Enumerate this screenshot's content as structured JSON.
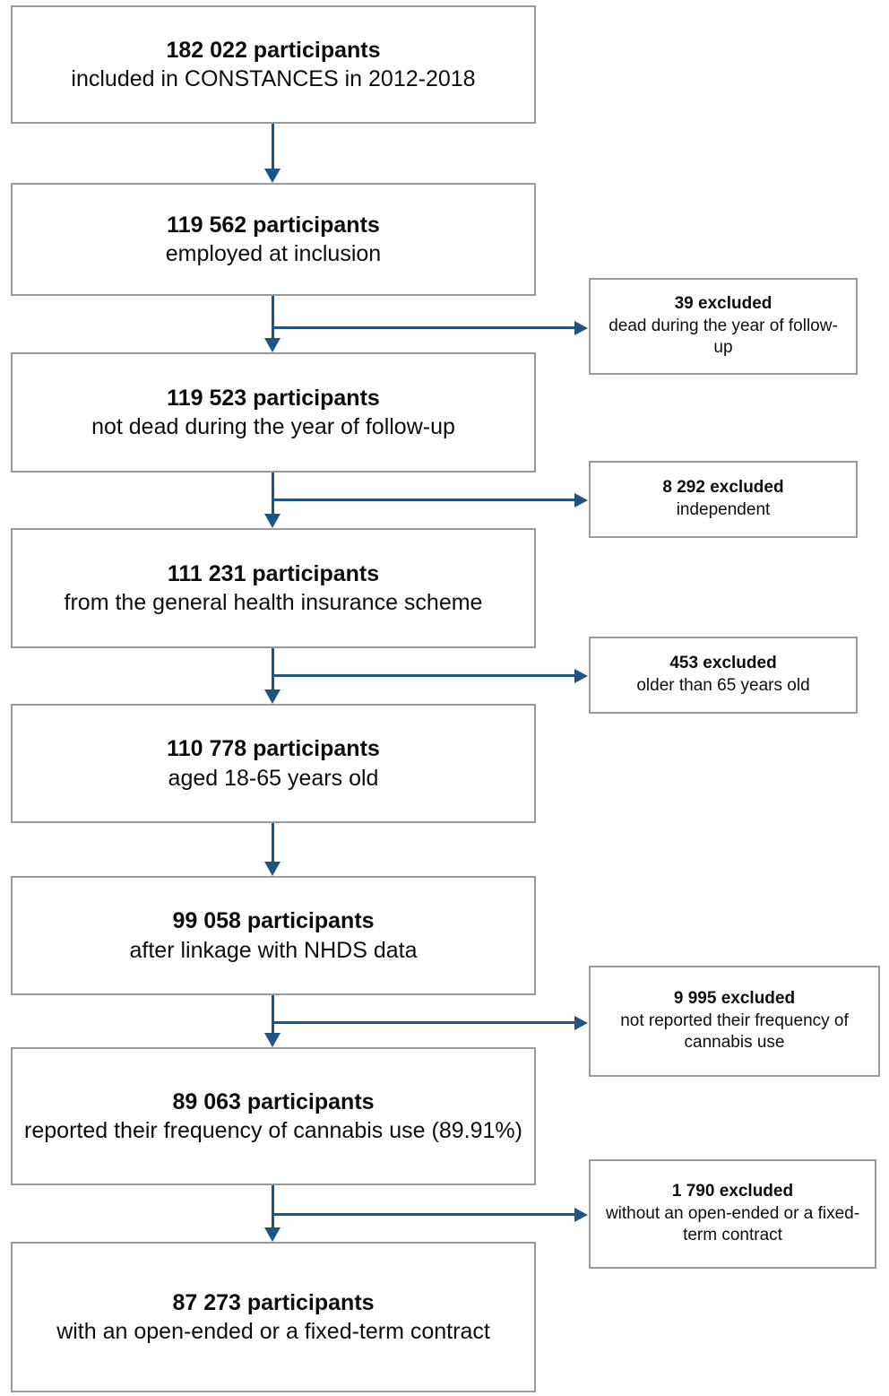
{
  "diagram": {
    "type": "participant-flow-diagram",
    "colors": {
      "box_border": "#9a9a9a",
      "connector": "#1f5582",
      "text": "#0d0d0d",
      "background": "#ffffff"
    },
    "main_nodes": [
      {
        "id": "node-1",
        "count": "182 022 participants",
        "description": "included in CONSTANCES in 2012-2018"
      },
      {
        "id": "node-2",
        "count": "119 562 participants",
        "description": "employed at inclusion"
      },
      {
        "id": "node-3",
        "count": "119 523 participants",
        "description": "not dead during the year of follow-up"
      },
      {
        "id": "node-4",
        "count": "111 231 participants",
        "description": "from the general health insurance scheme"
      },
      {
        "id": "node-5",
        "count": "110 778 participants",
        "description": "aged 18-65 years old"
      },
      {
        "id": "node-6",
        "count": "99 058 participants",
        "description": "after linkage with NHDS data"
      },
      {
        "id": "node-7",
        "count": "89 063 participants",
        "description": "reported their frequency of cannabis use (89.91%)"
      },
      {
        "id": "node-8",
        "count": "87 273 participants",
        "description": "with an open-ended or a fixed-term contract"
      }
    ],
    "exclusion_nodes": [
      {
        "id": "exclusion-1",
        "count": "39 excluded",
        "description": "dead during the year of follow-up"
      },
      {
        "id": "exclusion-2",
        "count": "8 292 excluded",
        "description": "independent"
      },
      {
        "id": "exclusion-3",
        "count": "453 excluded",
        "description": "older than 65 years old"
      },
      {
        "id": "exclusion-4",
        "count": "9 995 excluded",
        "description": "not reported their frequency of cannabis use"
      },
      {
        "id": "exclusion-5",
        "count": "1 790 excluded",
        "description": "without an open-ended or a fixed-term contract"
      }
    ]
  }
}
